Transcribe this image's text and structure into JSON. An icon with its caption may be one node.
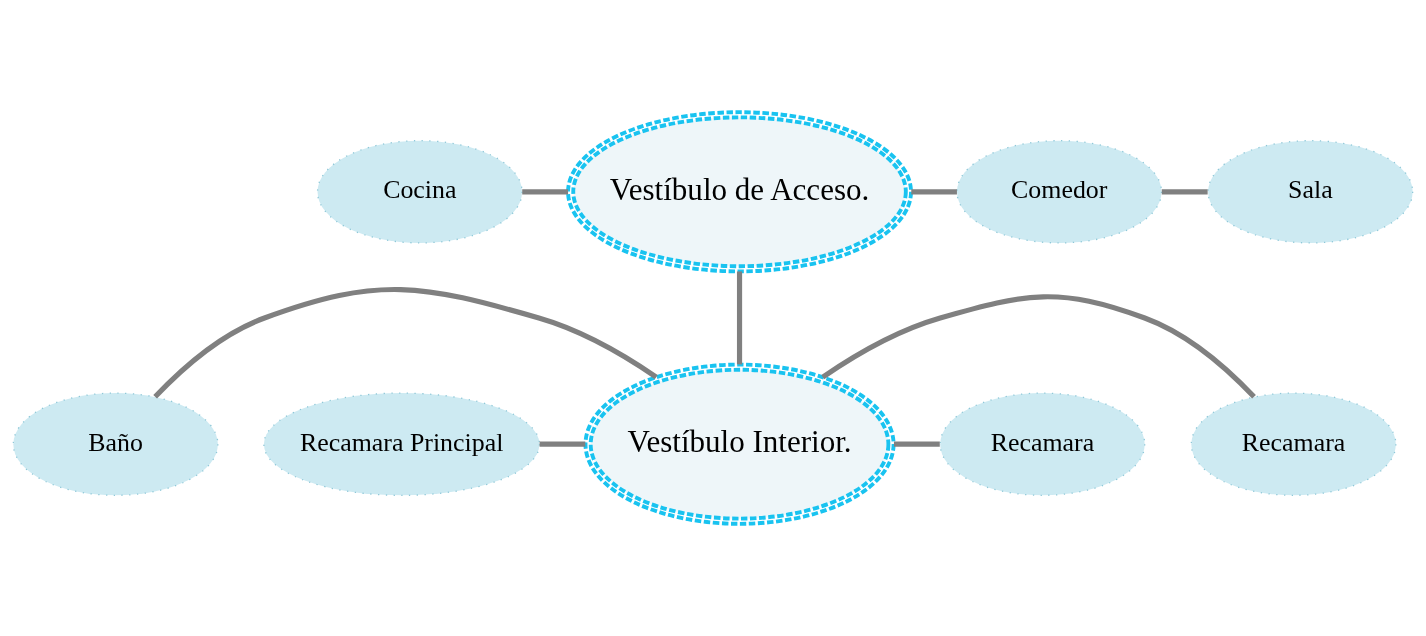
{
  "diagram": {
    "nodes": [
      {
        "text": [
          "Cocina"
        ]
      },
      {
        "text": [
          "Vestíbulo de Acceso."
        ]
      },
      {
        "text": [
          "Comedor"
        ]
      },
      {
        "text": [
          "Sala"
        ]
      },
      {
        "text": [
          "Baño"
        ]
      },
      {
        "text": [
          "Recamara"
        ]
      },
      {
        "text": [
          "Vestíbulo Interior."
        ]
      },
      {
        "text": [
          "Recamara Principal"
        ]
      },
      {
        "text": [
          "Recamara"
        ]
      }
    ],
    "edges": [
      {
        "from": 0,
        "to": 1,
        "arrow": "none"
      },
      {
        "from": 1,
        "to": 2,
        "arrow": "none"
      },
      {
        "from": 2,
        "to": 3,
        "arrow": "none"
      },
      {
        "from": 1,
        "to": 6,
        "arrow": "none"
      },
      {
        "from": 4,
        "to": 6,
        "arrow": "none"
      },
      {
        "from": 7,
        "to": 6,
        "arrow": "none"
      },
      {
        "from": 6,
        "to": 5,
        "arrow": "none"
      },
      {
        "from": 6,
        "to": 8,
        "arrow": "none"
      }
    ]
  }
}
